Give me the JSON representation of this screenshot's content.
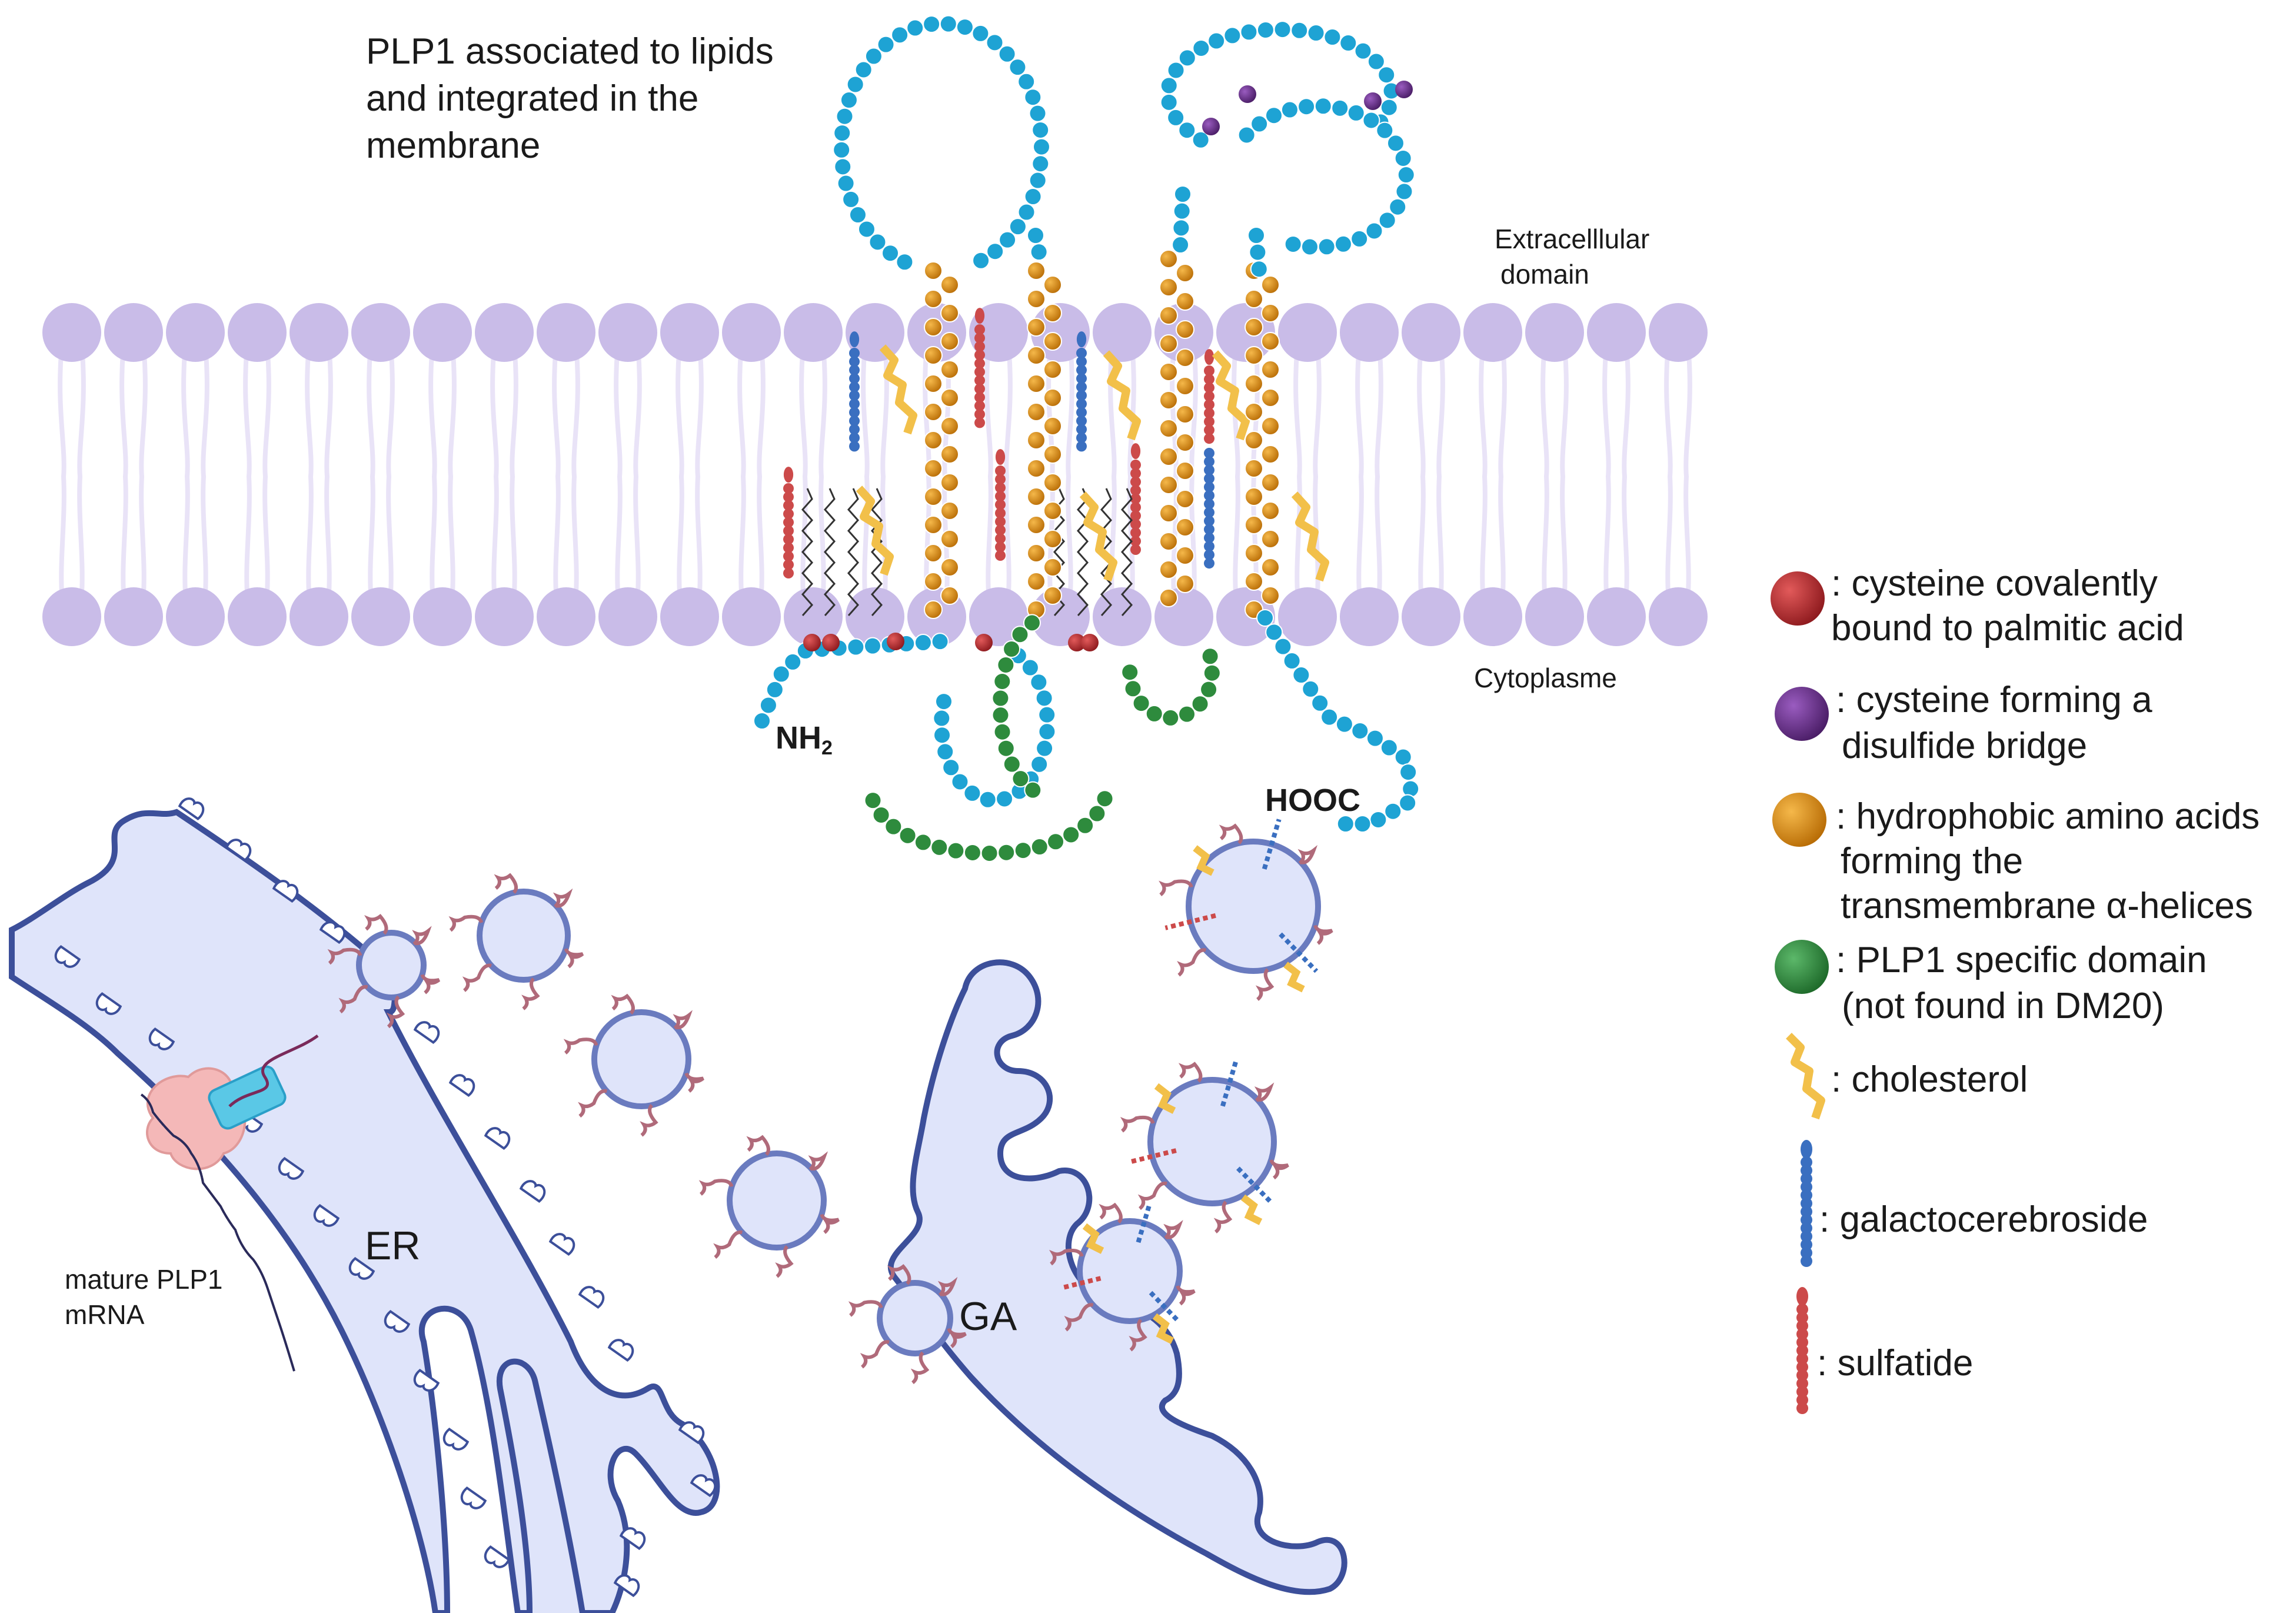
{
  "title_lines": [
    "PLP1 associated to lipids",
    "and integrated in the",
    "membrane"
  ],
  "labels": {
    "extracellular": [
      "Extracelllular",
      "domain"
    ],
    "cytoplasme": "Cytoplasme",
    "nh2": "NH",
    "nh2_sub": "2",
    "hooc": "HOOC",
    "er": "ER",
    "ga": "GA",
    "mrna": [
      "mature PLP1",
      "mRNA"
    ]
  },
  "legend": [
    {
      "key": "cysteine-palmitic",
      "color": "#b8262b",
      "lines": [
        ": cysteine covalently",
        "bound to palmitic acid"
      ]
    },
    {
      "key": "cysteine-disulfide",
      "color": "#6b2d8e",
      "lines": [
        ": cysteine forming a",
        "disulfide bridge"
      ]
    },
    {
      "key": "hydrophobic",
      "color": "#e08e12",
      "lines": [
        ": hydrophobic amino acids",
        "forming the",
        "transmembrane α-helices"
      ]
    },
    {
      "key": "plp1-specific",
      "color": "#2e8b3d",
      "lines": [
        ": PLP1 specific domain",
        "(not found in DM20)"
      ]
    },
    {
      "key": "cholesterol",
      "color": "#f2c04a",
      "lines": [
        ": cholesterol"
      ]
    },
    {
      "key": "galactocerebroside",
      "color": "#3a6fc0",
      "lines": [
        ": galactocerebroside"
      ]
    },
    {
      "key": "sulfatide",
      "color": "#cc4a4a",
      "lines": [
        ": sulfatide"
      ]
    }
  ],
  "colors": {
    "membrane_head": "#c9bce8",
    "membrane_tail": "#e9e3f7",
    "loop_blue": "#1ea3d4",
    "helix_orange": "#e08e12",
    "green": "#2e8b3d",
    "red": "#b8262b",
    "purple": "#6b2d8e",
    "organelle_fill": "#dfe4fa",
    "organelle_stroke": "#3c4f9a"
  }
}
